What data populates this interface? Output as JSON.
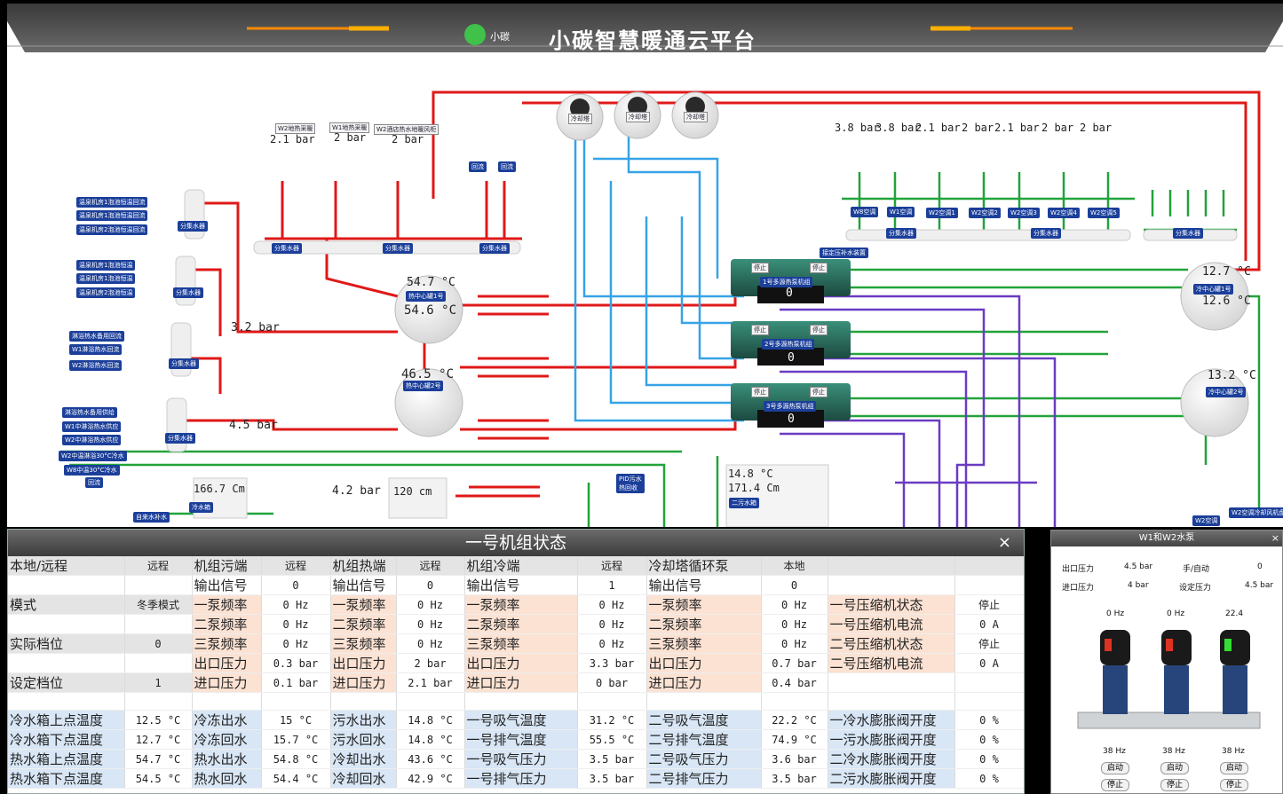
{
  "header": {
    "logo_text": "小碳",
    "title": "小碳智慧暖通云平台"
  },
  "diagram": {
    "cooling_towers": [
      "冷却塔",
      "冷却塔",
      "冷却塔"
    ],
    "tank_left_pressures": [
      "2.1 bar",
      "2 bar",
      "2 bar"
    ],
    "tank_left_names": [
      "W2地热采暖",
      "W1地热采暖",
      "W2酒店热水地暖风柜"
    ],
    "right_pressures": [
      "3.8 bar",
      "3.8 bar",
      "2.1 bar",
      "2 bar",
      "2.1 bar",
      "2 bar",
      "2 bar"
    ],
    "right_branch_tags": [
      "W8空调",
      "W1空调",
      "W2空调1",
      "W2空调2",
      "W2空调3",
      "W2空调4",
      "W2空调5"
    ],
    "manifold_tags": [
      "分集水器",
      "分集水器",
      "分集水器",
      "分集水器",
      "分集水器",
      "分集水器"
    ],
    "left_group1": [
      "温泉机房1泡池恒温回流",
      "温泉机房1泡池恒温回流",
      "温泉机房2泡池恒温回流"
    ],
    "left_group2": [
      "温泉机房1泡池恒温",
      "温泉机房1泡池恒温",
      "温泉机房2泡池恒温"
    ],
    "left_group3": [
      "淋浴热水备用回流",
      "W1淋浴热水回流",
      "W2淋浴热水回流"
    ],
    "left_group4": [
      "淋浴热水备用供给",
      "W1中淋浴热水供应",
      "W2中淋浴热水供应",
      "W2中温淋浴30°C冷水",
      "W8中温30°C冷水"
    ],
    "left_small_tags": [
      "分集水器",
      "分集水器",
      "分集水器",
      "分集水器"
    ],
    "return_tag": "回流",
    "make_up_tag": "自来水补水",
    "reuse_tag": "回流",
    "h_tank1": {
      "t1": "54.7 °C",
      "t2": "54.6 °C",
      "name": "热中心罐1号"
    },
    "h_tank2": {
      "t1": "46.5 °C",
      "name": "热中心罐2号"
    },
    "c_tank1": {
      "t1": "12.7 °C",
      "t2": "12.6 °C",
      "name": "冷中心罐1号"
    },
    "c_tank2": {
      "t1": "13.2 °C",
      "name": "冷中心罐2号"
    },
    "pressure_3_2": "3.2 bar",
    "pressure_4_5": "4.5 bar",
    "pressure_4_2": "4.2 bar",
    "level_166": "166.7 Cm",
    "level_120": "120 cm",
    "cold_box_tag": "冷水箱",
    "cold_box2": {
      "t": "14.8 °C",
      "l": "171.4 Cm",
      "name": "二污水箱"
    },
    "pid_tag": "PID污水\n热回收",
    "make_up_device": "接定压补水装置",
    "units": [
      {
        "name": "1号多源热泵机组",
        "value": "0",
        "b1": "停止",
        "b2": "停止"
      },
      {
        "name": "2号多源热泵机组",
        "value": "0",
        "b1": "停止",
        "b2": "停止"
      },
      {
        "name": "3号多源热泵机组",
        "value": "0",
        "b1": "停止",
        "b2": "停止"
      }
    ],
    "bottom_right_tags": [
      "W2空调",
      "W2空调冷却风机盘管"
    ]
  },
  "status_panel": {
    "title": "一号机组状态",
    "close": "×",
    "rows": [
      [
        [
          "本地/远程",
          "g"
        ],
        [
          "远程",
          "g v"
        ],
        [
          "机组污端",
          "g"
        ],
        [
          "远程",
          "g v"
        ],
        [
          "机组热端",
          "g"
        ],
        [
          "远程",
          "g v"
        ],
        [
          "机组冷端",
          "g"
        ],
        [
          "远程",
          "g v"
        ],
        [
          "冷却塔循环泵",
          "g"
        ],
        [
          "本地",
          "g v"
        ],
        [
          "",
          "g"
        ],
        [
          "",
          "g v"
        ]
      ],
      [
        [
          "",
          ""
        ],
        [
          "",
          ""
        ],
        [
          "输出信号",
          ""
        ],
        [
          "0",
          "v"
        ],
        [
          "输出信号",
          ""
        ],
        [
          "0",
          "v"
        ],
        [
          "输出信号",
          ""
        ],
        [
          "1",
          "v"
        ],
        [
          "输出信号",
          ""
        ],
        [
          "0",
          "v"
        ],
        [
          "",
          ""
        ],
        [
          "",
          "v"
        ]
      ],
      [
        [
          "模式",
          "g"
        ],
        [
          "冬季模式",
          "g v"
        ],
        [
          "一泵频率",
          "o"
        ],
        [
          "0 Hz",
          "v"
        ],
        [
          "一泵频率",
          "o"
        ],
        [
          "0 Hz",
          "v"
        ],
        [
          "一泵频率",
          "o"
        ],
        [
          "0 Hz",
          "v"
        ],
        [
          "一泵频率",
          "o"
        ],
        [
          "0 Hz",
          "v"
        ],
        [
          "一号压缩机状态",
          "o"
        ],
        [
          "停止",
          "v"
        ]
      ],
      [
        [
          "",
          ""
        ],
        [
          "",
          ""
        ],
        [
          "二泵频率",
          "o"
        ],
        [
          "0 Hz",
          "v"
        ],
        [
          "二泵频率",
          "o"
        ],
        [
          "0 Hz",
          "v"
        ],
        [
          "二泵频率",
          "o"
        ],
        [
          "0 Hz",
          "v"
        ],
        [
          "二泵频率",
          "o"
        ],
        [
          "0 Hz",
          "v"
        ],
        [
          "一号压缩机电流",
          "o"
        ],
        [
          "0 A",
          "v"
        ]
      ],
      [
        [
          "实际档位",
          "g"
        ],
        [
          "0",
          "g v"
        ],
        [
          "三泵频率",
          "o"
        ],
        [
          "0 Hz",
          "v"
        ],
        [
          "三泵频率",
          "o"
        ],
        [
          "0 Hz",
          "v"
        ],
        [
          "三泵频率",
          "o"
        ],
        [
          "0 Hz",
          "v"
        ],
        [
          "三泵频率",
          "o"
        ],
        [
          "0 Hz",
          "v"
        ],
        [
          "二号压缩机状态",
          "o"
        ],
        [
          "停止",
          "v"
        ]
      ],
      [
        [
          "",
          ""
        ],
        [
          "",
          ""
        ],
        [
          "出口压力",
          "o"
        ],
        [
          "0.3 bar",
          "v"
        ],
        [
          "出口压力",
          "o"
        ],
        [
          "2 bar",
          "v"
        ],
        [
          "出口压力",
          "o"
        ],
        [
          "3.3 bar",
          "v"
        ],
        [
          "出口压力",
          "o"
        ],
        [
          "0.7 bar",
          "v"
        ],
        [
          "二号压缩机电流",
          "o"
        ],
        [
          "0 A",
          "v"
        ]
      ],
      [
        [
          "设定档位",
          "g"
        ],
        [
          "1",
          "g v"
        ],
        [
          "进口压力",
          "o"
        ],
        [
          "0.1 bar",
          "v"
        ],
        [
          "进口压力",
          "o"
        ],
        [
          "2.1 bar",
          "v"
        ],
        [
          "进口压力",
          "o"
        ],
        [
          "0 bar",
          "v"
        ],
        [
          "进口压力",
          "o"
        ],
        [
          "0.4 bar",
          "v"
        ],
        [
          "",
          ""
        ],
        [
          "",
          "v"
        ]
      ],
      [
        [
          "",
          ""
        ],
        [
          "",
          ""
        ],
        [
          "",
          ""
        ],
        [
          "",
          "v"
        ],
        [
          "",
          ""
        ],
        [
          "",
          "v"
        ],
        [
          "",
          ""
        ],
        [
          "",
          "v"
        ],
        [
          "",
          ""
        ],
        [
          "",
          "v"
        ],
        [
          "",
          ""
        ],
        [
          "",
          "v"
        ]
      ],
      [
        [
          "冷水箱上点温度",
          "b"
        ],
        [
          "12.5 °C",
          "v"
        ],
        [
          "冷冻出水",
          "b"
        ],
        [
          "15 °C",
          "v"
        ],
        [
          "污水出水",
          "b"
        ],
        [
          "14.8 °C",
          "v"
        ],
        [
          "一号吸气温度",
          "b"
        ],
        [
          "31.2 °C",
          "v"
        ],
        [
          "二号吸气温度",
          "b"
        ],
        [
          "22.2 °C",
          "v"
        ],
        [
          "一冷水膨胀阀开度",
          "b"
        ],
        [
          "0 %",
          "v"
        ]
      ],
      [
        [
          "冷水箱下点温度",
          "b"
        ],
        [
          "12.7 °C",
          "v"
        ],
        [
          "冷冻回水",
          "b"
        ],
        [
          "15.7 °C",
          "v"
        ],
        [
          "污水回水",
          "b"
        ],
        [
          "14.8 °C",
          "v"
        ],
        [
          "一号排气温度",
          "b"
        ],
        [
          "55.5 °C",
          "v"
        ],
        [
          "二号排气温度",
          "b"
        ],
        [
          "74.9 °C",
          "v"
        ],
        [
          "一污水膨胀阀开度",
          "b"
        ],
        [
          "0 %",
          "v"
        ]
      ],
      [
        [
          "热水箱上点温度",
          "b"
        ],
        [
          "54.7 °C",
          "v"
        ],
        [
          "热水出水",
          "b"
        ],
        [
          "54.8 °C",
          "v"
        ],
        [
          "冷却出水",
          "b"
        ],
        [
          "43.6 °C",
          "v"
        ],
        [
          "一号吸气压力",
          "b"
        ],
        [
          "3.5 bar",
          "v"
        ],
        [
          "二号吸气压力",
          "b"
        ],
        [
          "3.6 bar",
          "v"
        ],
        [
          "二冷水膨胀阀开度",
          "b"
        ],
        [
          "0 %",
          "v"
        ]
      ],
      [
        [
          "热水箱下点温度",
          "b"
        ],
        [
          "54.5 °C",
          "v"
        ],
        [
          "热水回水",
          "b"
        ],
        [
          "54.4 °C",
          "v"
        ],
        [
          "冷却回水",
          "b"
        ],
        [
          "42.9 °C",
          "v"
        ],
        [
          "一号排气压力",
          "b"
        ],
        [
          "3.5 bar",
          "v"
        ],
        [
          "二号排气压力",
          "b"
        ],
        [
          "3.5 bar",
          "v"
        ],
        [
          "二污水膨胀阀开度",
          "b"
        ],
        [
          "0 %",
          "v"
        ]
      ]
    ]
  },
  "pump_panel": {
    "title": "W1和W2水泵",
    "close": "×",
    "out_label": "出口压力",
    "out_value": "4.5 bar",
    "in_label": "进口压力",
    "in_value": "4 bar",
    "mode_label": "手/自动",
    "mode_value": "0",
    "set_label": "设定压力",
    "set_value": "4.5 bar",
    "pumps": [
      {
        "top": "0 Hz",
        "bottom": "38 Hz",
        "start": "启动",
        "stop": "停止"
      },
      {
        "top": "0 Hz",
        "bottom": "38 Hz",
        "start": "启动",
        "stop": "停止"
      },
      {
        "top": "22.4",
        "bottom": "38 Hz",
        "start": "启动",
        "stop": "停止"
      }
    ]
  }
}
